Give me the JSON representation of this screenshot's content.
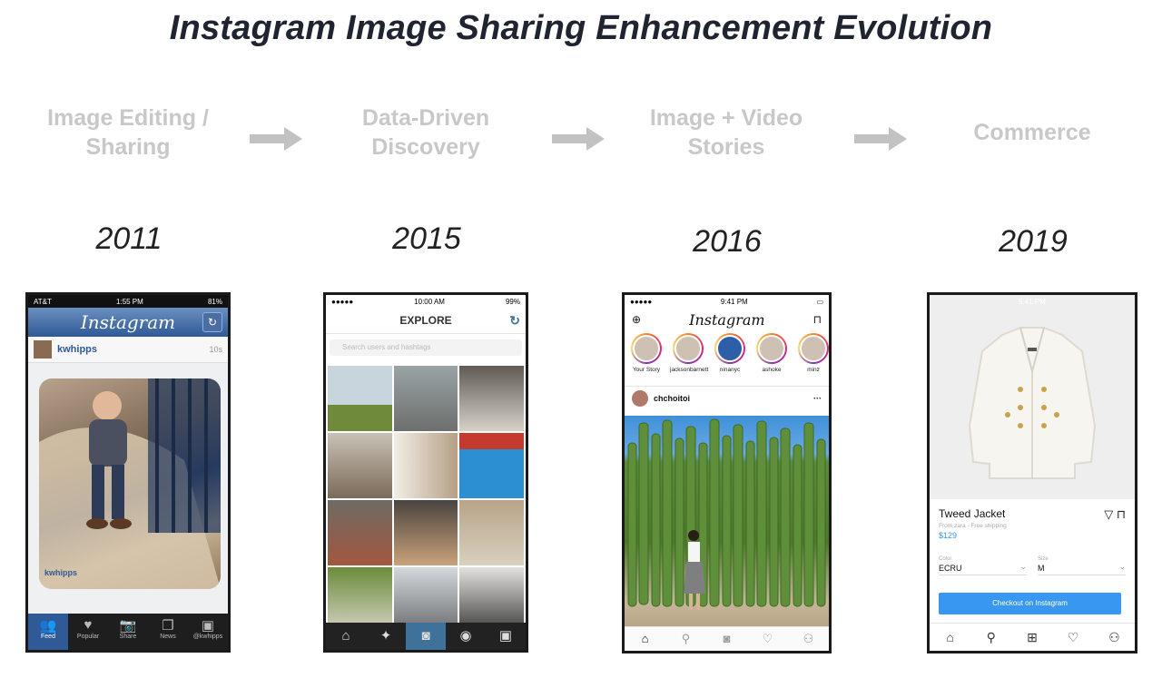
{
  "title": "Instagram Image Sharing Enhancement Evolution",
  "stages": [
    {
      "line1": "Image Editing /",
      "line2": "Sharing"
    },
    {
      "line1": "Data-Driven",
      "line2": "Discovery"
    },
    {
      "line1": "Image + Video",
      "line2": "Stories"
    },
    {
      "line1": "Commerce",
      "line2": ""
    }
  ],
  "years": [
    "2011",
    "2015",
    "2016",
    "2019"
  ],
  "phone1": {
    "carrier": "AT&T",
    "time": "1:55 PM",
    "battery": "81%",
    "logo": "Instagram",
    "username": "kwhipps",
    "post_time": "10s",
    "username2": "kwhipps",
    "tabs": [
      "Feed",
      "Popular",
      "Share",
      "News",
      "@kwhipps"
    ]
  },
  "phone2": {
    "time": "10:00 AM",
    "battery": "99%",
    "header": "EXPLORE",
    "search_placeholder": "Search users and hashtags"
  },
  "phone3": {
    "time": "9:41 PM",
    "logo": "Instagram",
    "stories": [
      "Your Story",
      "jacksonbarnett",
      "ninanyc",
      "ashoke",
      "minz"
    ],
    "post_user": "chchoitoi"
  },
  "phone4": {
    "time": "9:41 PM",
    "product_name": "Tweed Jacket",
    "from_line": "From zara · Free shipping",
    "price": "$129",
    "color_label": "Color",
    "color_value": "ECRU",
    "size_label": "Size",
    "size_value": "M",
    "checkout": "Checkout on Instagram"
  },
  "colors": {
    "accent": "#3897f0",
    "stage_text": "#c8c8c8",
    "classic_blue": "#2f5a97"
  }
}
